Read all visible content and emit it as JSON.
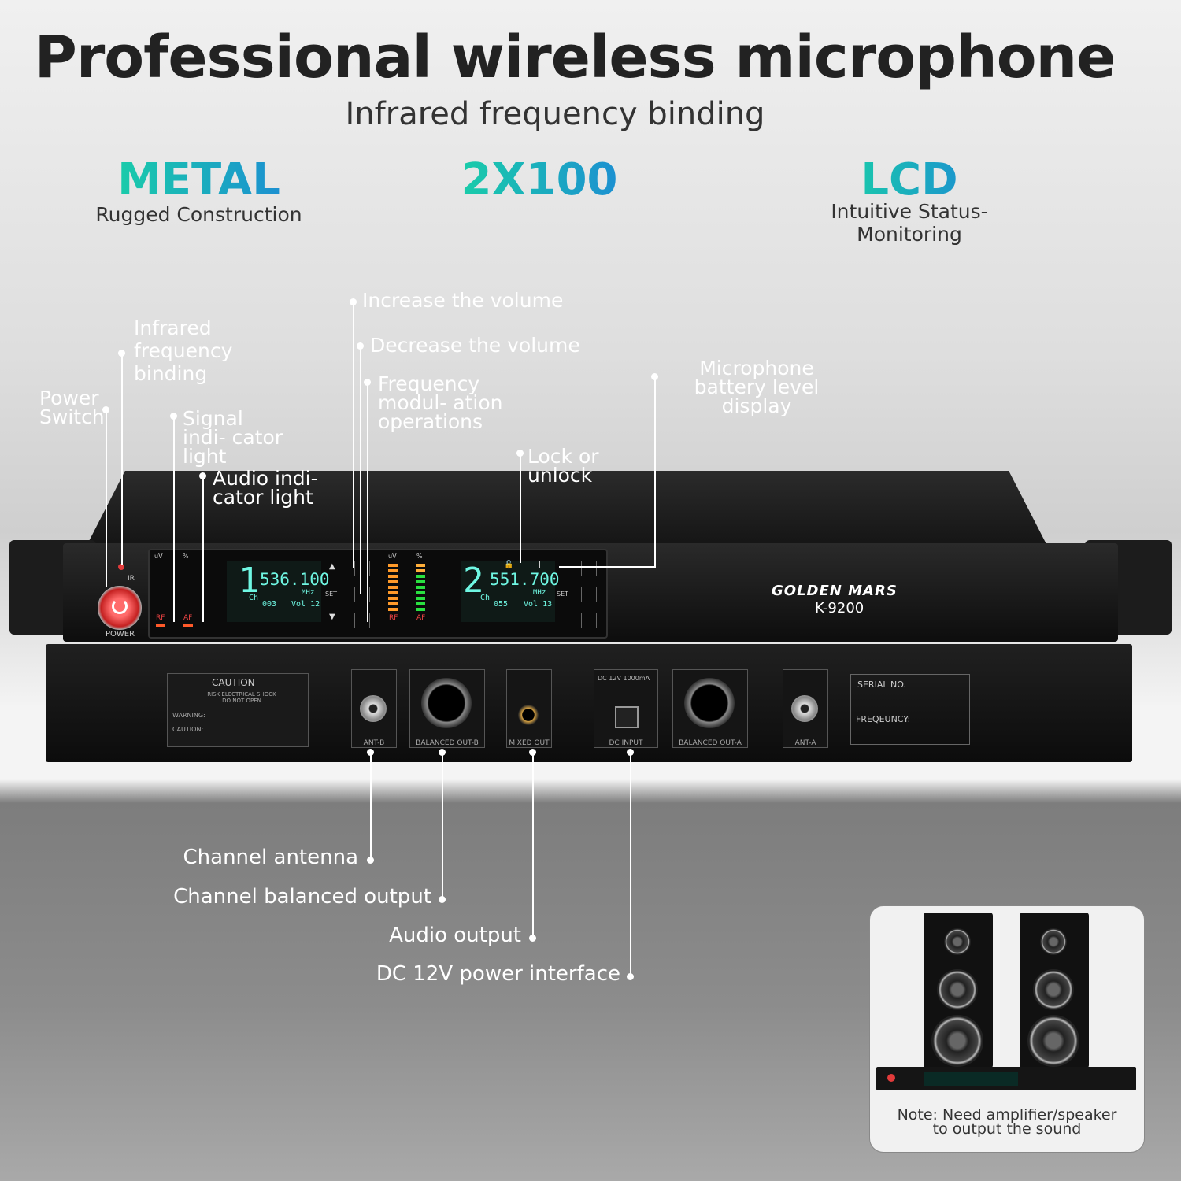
{
  "header": {
    "title": "Professional wireless microphone",
    "subtitle": "Infrared frequency binding"
  },
  "features": [
    {
      "big": "METAL",
      "small": "Rugged Construction"
    },
    {
      "big": "2X100",
      "small": ""
    },
    {
      "big": "LCD",
      "small": "Intuitive Status-Monitoring"
    }
  ],
  "front_callouts": {
    "power_switch": "Power Switch",
    "infrared": "Infrared frequency binding",
    "signal": "Signal indi- cator light",
    "audio": "Audio indi- cator light",
    "increase": "Increase the volume",
    "decrease": "Decrease the volume",
    "frequency": "Frequency modul- ation operations",
    "lock": "Lock or unlock",
    "battery": "Microphone battery level display"
  },
  "back_callouts": {
    "antenna": "Channel antenna",
    "balanced": "Channel balanced output",
    "audio_out": "Audio output",
    "dc": "DC 12V power interface"
  },
  "device": {
    "brand": "GOLDEN MARS",
    "model": "K-9200",
    "power_label": "POWER",
    "ir_label": "IR",
    "ch1": {
      "num": "1",
      "freq": "536.100",
      "unit": "MHz",
      "code": "003",
      "vol": "Vol 12"
    },
    "ch2": {
      "num": "2",
      "freq": "551.700",
      "unit": "MHz",
      "code": "055",
      "vol": "Vol 13"
    },
    "set_label": "SET",
    "uv": "uV",
    "pct": "%",
    "rf": "RF",
    "af": "AF",
    "ch_label": "Ch"
  },
  "rear": {
    "caution": "CAUTION",
    "caution_sub": "RISK ELECTRICAL SHOCK DO NOT OPEN",
    "warning": "WARNING:",
    "caution2": "CAUTION:",
    "ports": [
      "ANT-B",
      "BALANCED OUT-B",
      "MIXED OUT",
      "DC INPUT",
      "BALANCED OUT-A",
      "ANT-A"
    ],
    "dc_spec": "DC 12V 1000mA",
    "serial": "SERIAL NO.",
    "frequency": "FREQEUNCY:"
  },
  "note": {
    "line1": "Note: Need amplifier/speaker",
    "line2": "to output the sound"
  },
  "colors": {
    "accent_start": "#19d4a4",
    "accent_end": "#1c88d6",
    "power_led": "#e23b3b",
    "lcd_text": "#6ff7e3"
  }
}
